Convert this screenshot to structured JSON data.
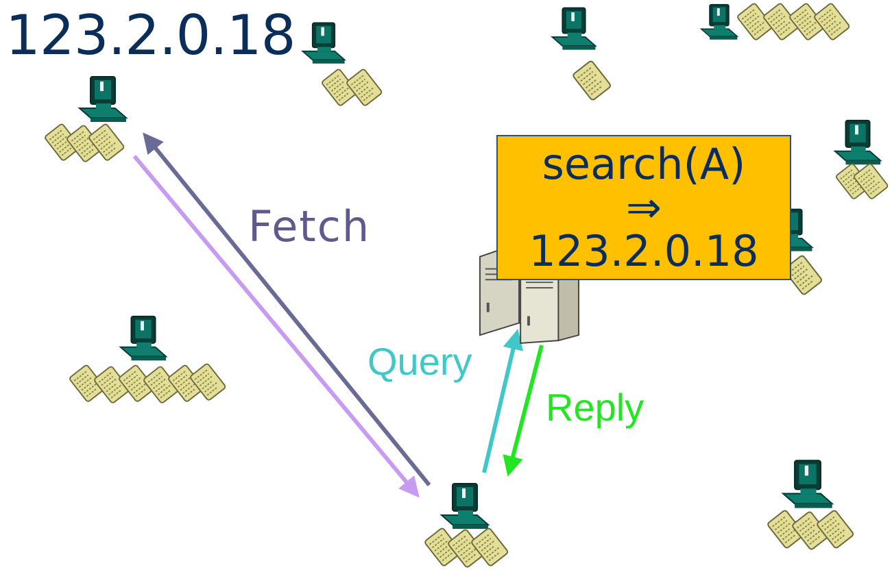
{
  "labels": {
    "ip_address": "123.2.0.18",
    "fetch": "Fetch",
    "query": "Query",
    "reply": "Reply"
  },
  "search_box": {
    "line1": "search(A)",
    "line2": "⇒",
    "line3": "123.2.0.18"
  },
  "colors": {
    "fetch_arrow": "#6a6a96",
    "fetch_return_arrow": "#c89bf2",
    "query_arrow": "#40c8c8",
    "reply_arrow": "#22e622",
    "search_box_fill": "#ffc000",
    "ip_text": "#0b2d5a"
  },
  "icons": {
    "peer": "computer-icon",
    "file": "file-icon",
    "server": "server-icon"
  }
}
